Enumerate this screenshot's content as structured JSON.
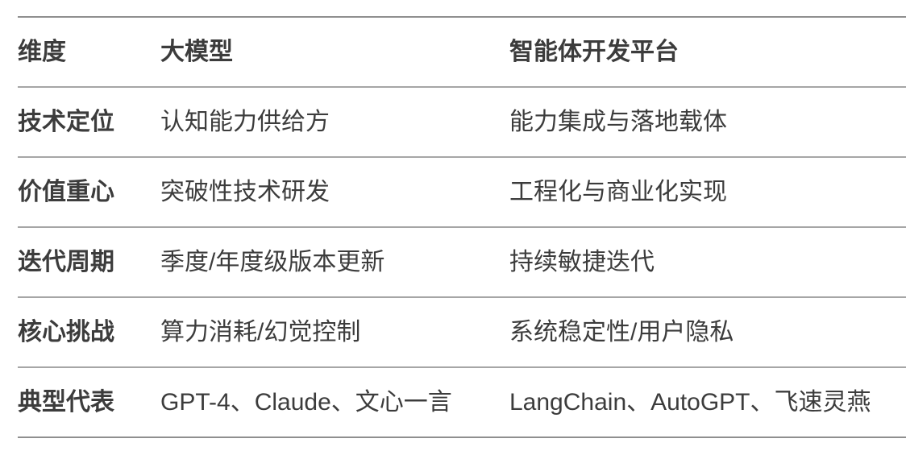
{
  "table": {
    "header": [
      "维度",
      "大模型",
      "智能体开发平台"
    ],
    "rows": [
      [
        "技术定位",
        "认知能力供给方",
        "能力集成与落地载体"
      ],
      [
        "价值重心",
        "突破性技术研发",
        "工程化与商业化实现"
      ],
      [
        "迭代周期",
        "季度/年度级版本更新",
        "持续敏捷迭代"
      ],
      [
        "核心挑战",
        "算力消耗/幻觉控制",
        "系统稳定性/用户隐私"
      ],
      [
        "典型代表",
        "GPT-4、Claude、文心一言",
        "LangChain、AutoGPT、飞速灵燕"
      ]
    ]
  },
  "colors": {
    "text": "#3c3c3c",
    "rule_outer": "#8f8f8f",
    "rule_inner": "#a6a6a6",
    "background": "#ffffff"
  }
}
